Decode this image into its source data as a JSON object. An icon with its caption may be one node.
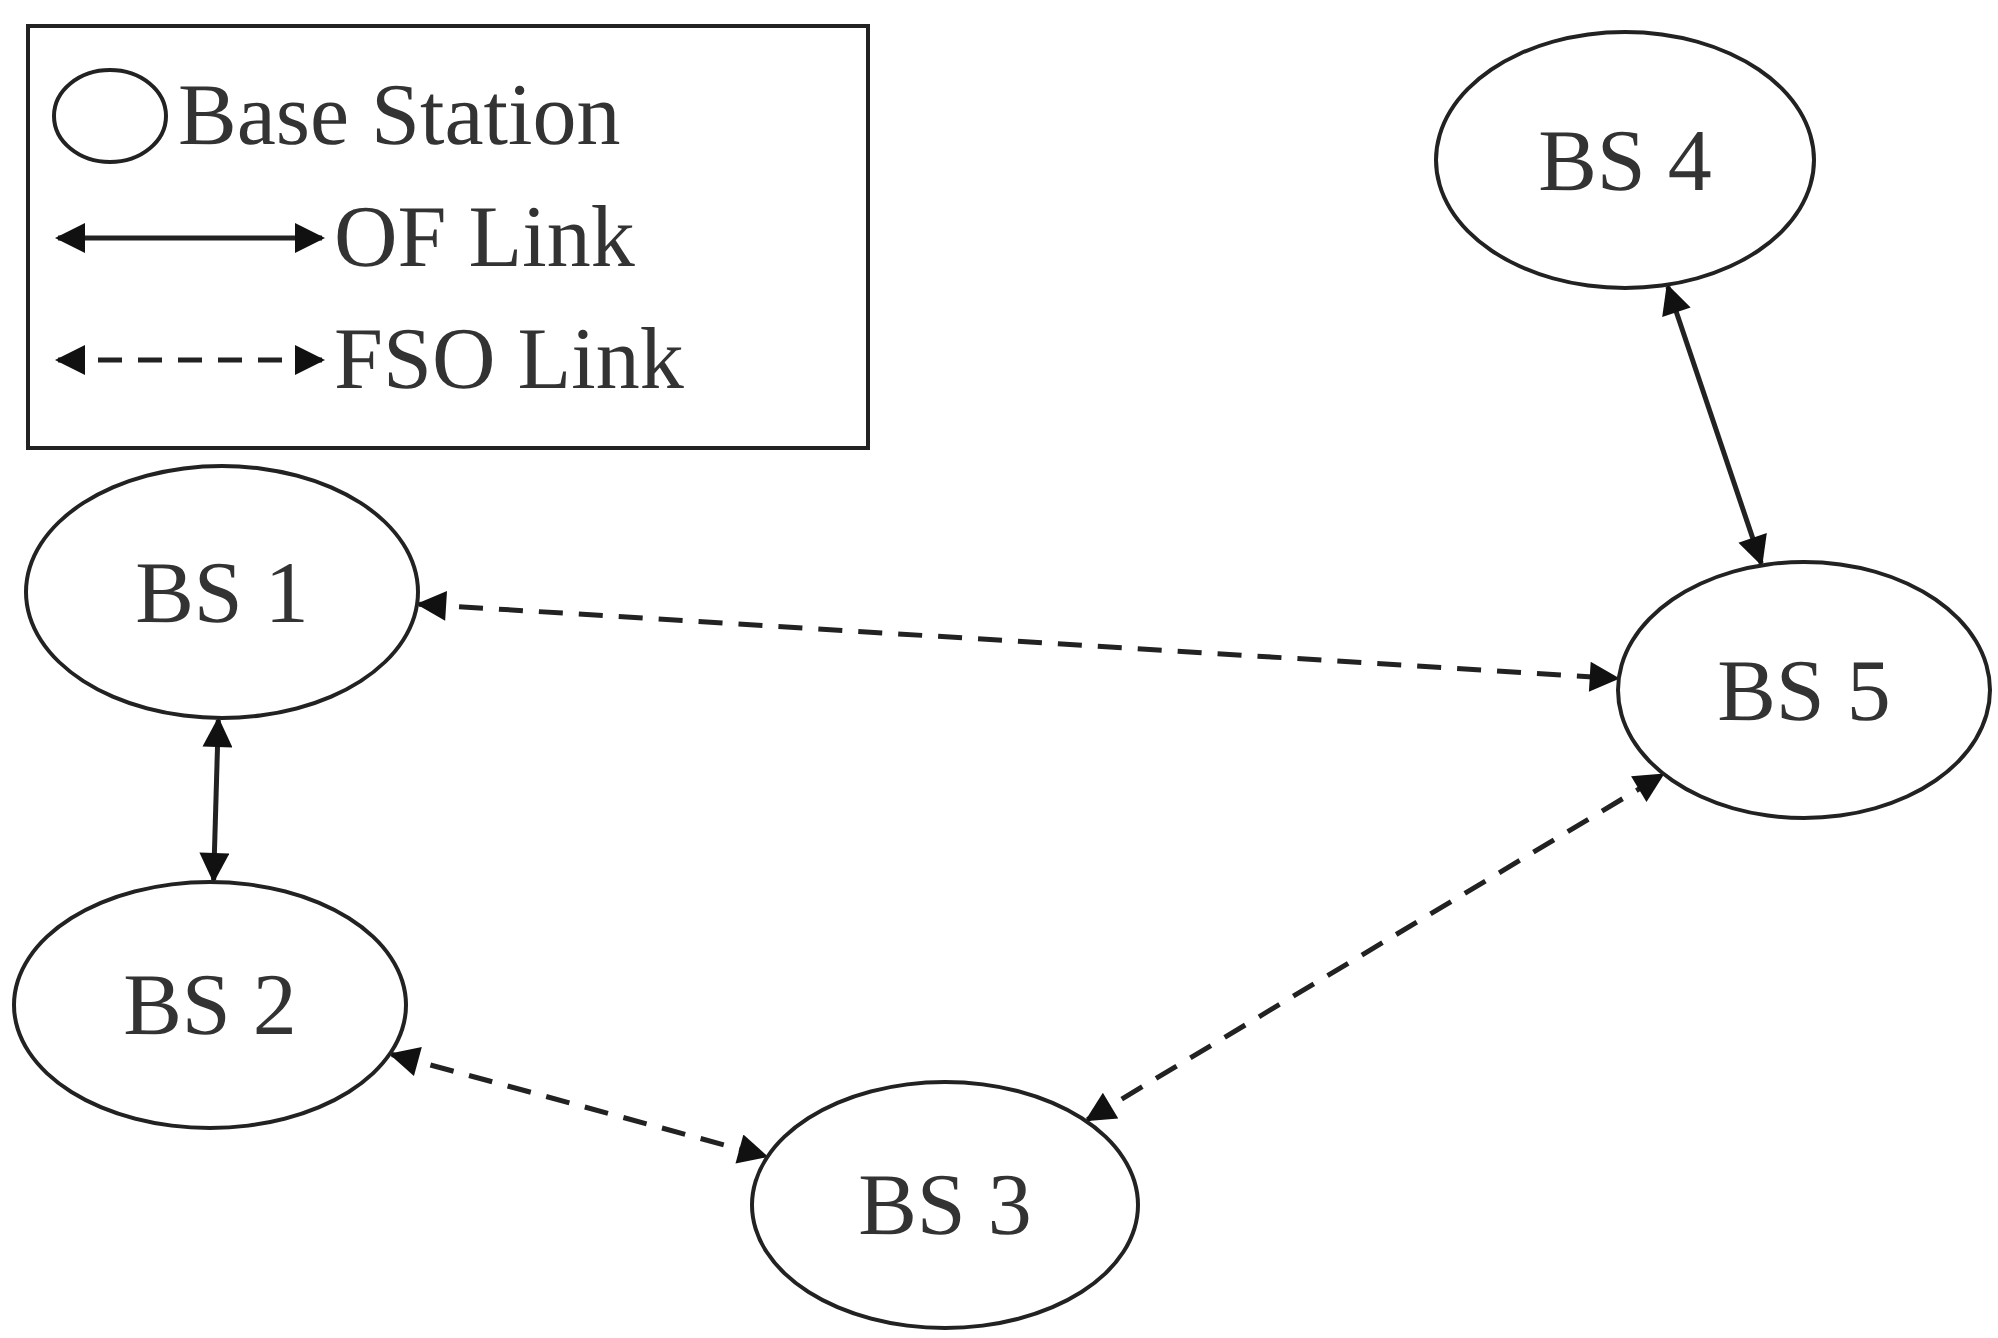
{
  "diagram": {
    "nodes": [
      {
        "text": [
          "BS 4"
        ]
      },
      {
        "text": [
          "BS 1"
        ]
      },
      {
        "text": [
          "BS 5"
        ]
      },
      {
        "text": [
          "BS 2"
        ]
      },
      {
        "text": [
          "BS 3"
        ]
      }
    ],
    "edges": [
      {
        "from": 0,
        "to": 2,
        "arrow": "both"
      },
      {
        "from": 1,
        "to": 2,
        "arrow": "both",
        "style": "dashed"
      },
      {
        "from": 1,
        "to": 3,
        "arrow": "both"
      },
      {
        "from": 3,
        "to": 4,
        "arrow": "both",
        "style": "dashed"
      },
      {
        "from": 4,
        "to": 2,
        "arrow": "both",
        "style": "dashed"
      }
    ],
    "legend": [
      {
        "text": "Base Station"
      },
      {
        "text": "OF Link"
      },
      {
        "text": "FSO Link"
      }
    ]
  }
}
